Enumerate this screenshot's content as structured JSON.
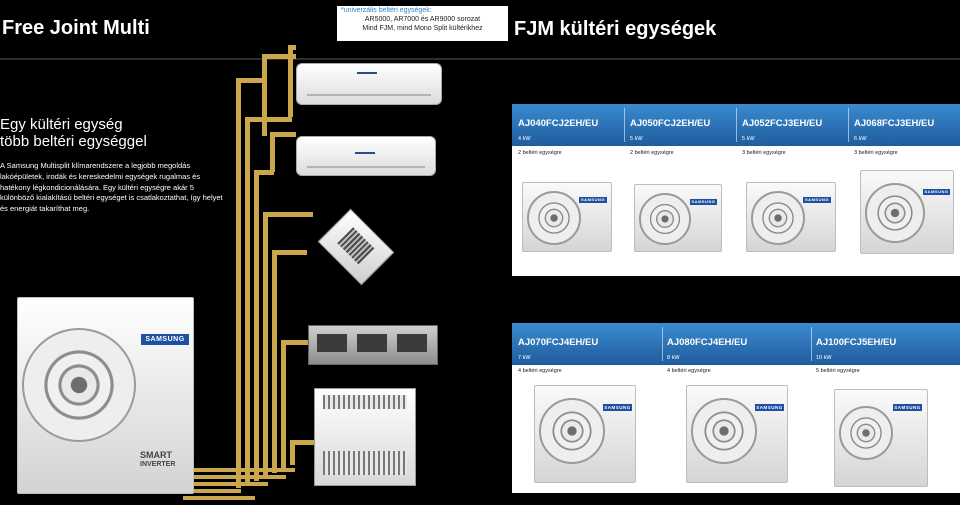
{
  "header": {
    "title_left": "Free Joint Multi",
    "title_right": "FJM kültéri egységek"
  },
  "note": {
    "title": "*univerzális beltéri egységek:",
    "line1": "AR5000, AR7000 és AR9000 sorozat",
    "line2": "Mind FJM, mind Mono Split kültérikhez"
  },
  "intro": {
    "subtitle_line1": "Egy kültéri egység",
    "subtitle_line2": "több beltéri egységgel",
    "description": "A Samsung Multisplit klímarendszere a legjobb megoldás lakóépületek, irodák és kereskedelmi egységek rugalmas és hatékony légkondicionálására. Egy kültéri egységre akár 5 különböző kialakítású beltéri egységet is csatlakoztathat, így helyet és energiát takaríthat meg."
  },
  "units_top": [
    {
      "model": "AJ040FCJ2EH/EU",
      "capacity": "4 kW",
      "indoor": "2 beltéri egységre"
    },
    {
      "model": "AJ050FCJ2EH/EU",
      "capacity": "5 kW",
      "indoor": "2 beltéri egységre"
    },
    {
      "model": "AJ052FCJ3EH/EU",
      "capacity": "5 kW",
      "indoor": "3 beltéri egységre"
    },
    {
      "model": "AJ068FCJ3EH/EU",
      "capacity": "6 kW",
      "indoor": "3 beltéri egységre"
    }
  ],
  "units_bottom": [
    {
      "model": "AJ070FCJ4EH/EU",
      "capacity": "7 kW",
      "indoor": "4 beltéri egységre"
    },
    {
      "model": "AJ080FCJ4EH/EU",
      "capacity": "8 kW",
      "indoor": "4 beltéri egységre"
    },
    {
      "model": "AJ100FCJ5EH/EU",
      "capacity": "10 kW",
      "indoor": "5 beltéri egységre"
    }
  ],
  "brand": "SAMSUNG",
  "smart_label": "SMART",
  "inverter_label": "INVERTER",
  "colors": {
    "pipe": "#c9a74a",
    "header_blue": "#2b74bd",
    "note_title": "#2b82c8"
  }
}
